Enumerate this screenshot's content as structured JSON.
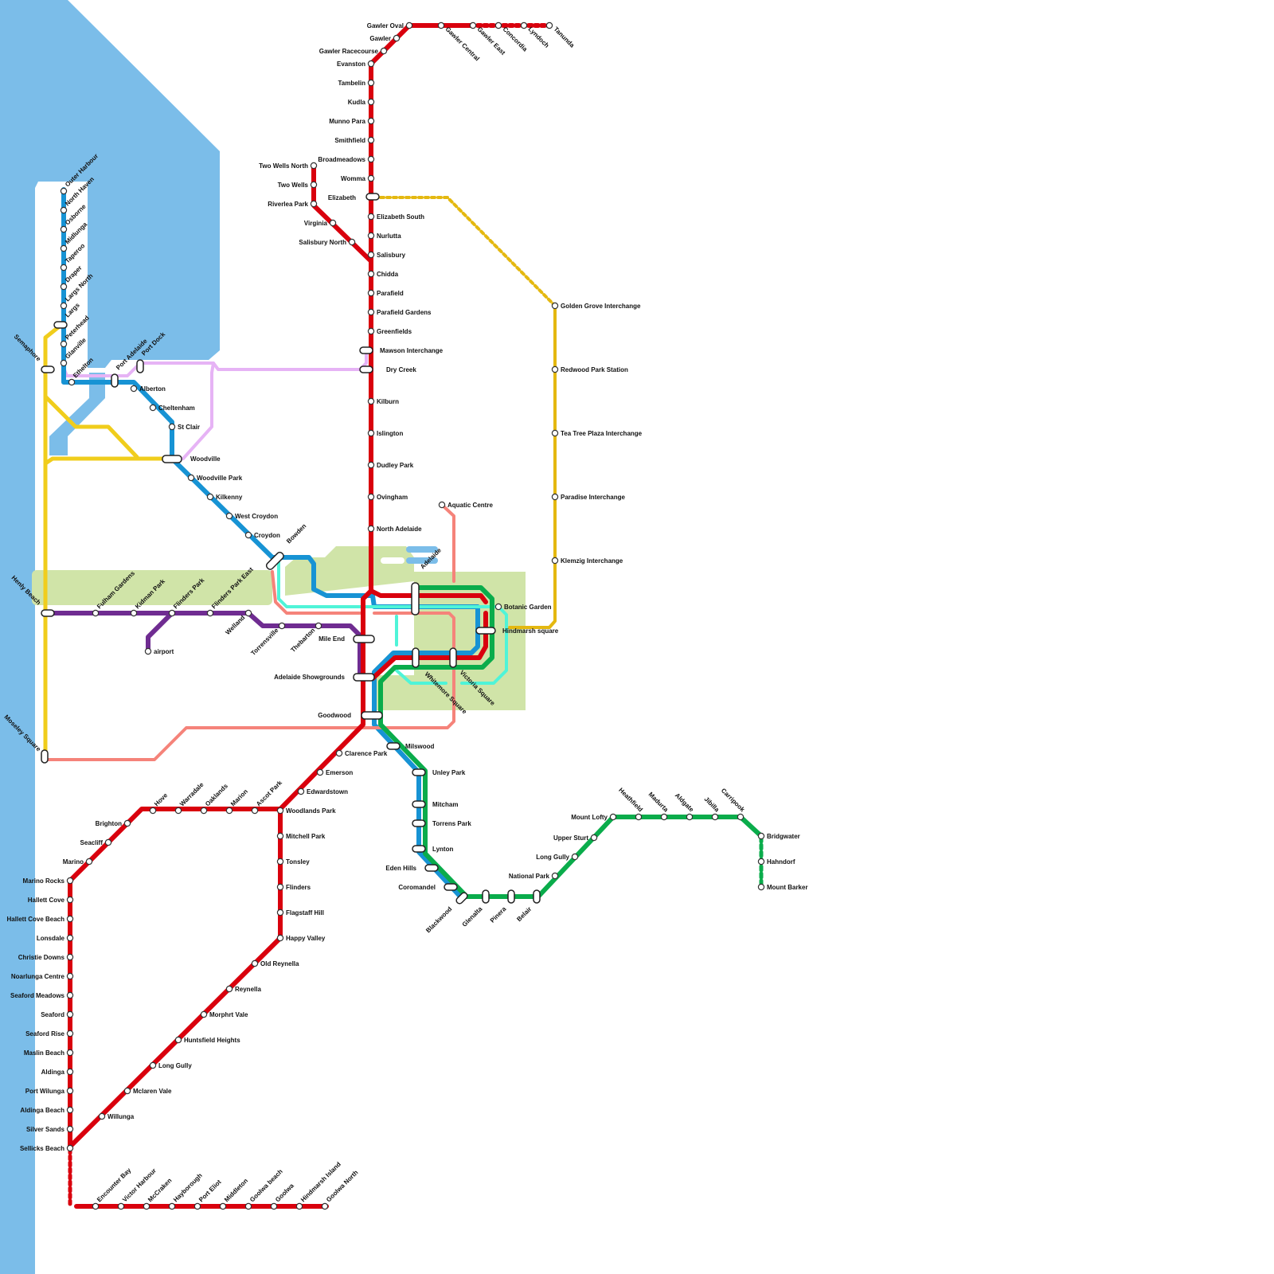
{
  "colors": {
    "water": "#7bbde9",
    "park": "#d0e4a8",
    "red": "#d9000d",
    "blue": "#1793d4",
    "yellow": "#f0cd1c",
    "purple": "#6f2c91",
    "pink": "#e6b3f5",
    "salmon": "#f5837a",
    "turquoise": "#4ff4d8",
    "green": "#0aac4b",
    "gold": "#e4b810"
  },
  "stations": [
    {
      "id": "gawler-oval",
      "name": "Gawler Oval"
    },
    {
      "id": "gawler",
      "name": "Gawler"
    },
    {
      "id": "gawler-racecourse",
      "name": "Gawler Racecourse"
    },
    {
      "id": "evanston",
      "name": "Evanston"
    },
    {
      "id": "tambelin",
      "name": "Tambelin"
    },
    {
      "id": "kudla",
      "name": "Kudla"
    },
    {
      "id": "munno-para",
      "name": "Munno Para"
    },
    {
      "id": "smithfield",
      "name": "Smithfield"
    },
    {
      "id": "broadmeadows",
      "name": "Broadmeadows"
    },
    {
      "id": "womma",
      "name": "Womma"
    },
    {
      "id": "elizabeth",
      "name": "Elizabeth"
    },
    {
      "id": "elizabeth-south",
      "name": "Elizabeth South"
    },
    {
      "id": "nurlutta",
      "name": "Nurlutta"
    },
    {
      "id": "salisbury",
      "name": "Salisbury"
    },
    {
      "id": "chidda",
      "name": "Chidda"
    },
    {
      "id": "parafield",
      "name": "Parafield"
    },
    {
      "id": "parafield-gardens",
      "name": "Parafield Gardens"
    },
    {
      "id": "greenfields",
      "name": "Greenfields"
    },
    {
      "id": "mawson-interchange",
      "name": "Mawson Interchange"
    },
    {
      "id": "dry-creek",
      "name": "Dry Creek"
    },
    {
      "id": "kilburn",
      "name": "Kilburn"
    },
    {
      "id": "islington",
      "name": "Islington"
    },
    {
      "id": "dudley-park",
      "name": "Dudley Park"
    },
    {
      "id": "ovingham",
      "name": "Ovingham"
    },
    {
      "id": "north-adelaide",
      "name": "North Adelaide"
    },
    {
      "id": "gawler-central",
      "name": "Gawler Central"
    },
    {
      "id": "gawler-east",
      "name": "Gawler East"
    },
    {
      "id": "concordia",
      "name": "Concordia"
    },
    {
      "id": "lyndoch",
      "name": "Lyndoch"
    },
    {
      "id": "tanunda",
      "name": "Tanunda"
    },
    {
      "id": "two-wells-north",
      "name": "Two Wells North"
    },
    {
      "id": "two-wells",
      "name": "Two Wells"
    },
    {
      "id": "riverlea-park",
      "name": "Riverlea Park"
    },
    {
      "id": "virginia",
      "name": "Virginia"
    },
    {
      "id": "salisbury-north",
      "name": "Salisbury North"
    },
    {
      "id": "golden-grove",
      "name": "Golden Grove Interchange"
    },
    {
      "id": "redwood-park",
      "name": "Redwood Park Station"
    },
    {
      "id": "tea-tree-plaza",
      "name": "Tea Tree Plaza Interchange"
    },
    {
      "id": "paradise",
      "name": "Paradise Interchange"
    },
    {
      "id": "klemzig",
      "name": "Klemzig Interchange"
    },
    {
      "id": "outer-harbour",
      "name": "Outer Harbour"
    },
    {
      "id": "north-haven",
      "name": "North Haven"
    },
    {
      "id": "osborne",
      "name": "Osborne"
    },
    {
      "id": "midlunga",
      "name": "Midlunga"
    },
    {
      "id": "taperoo",
      "name": "Taperoo"
    },
    {
      "id": "draper",
      "name": "Draper"
    },
    {
      "id": "largs-north",
      "name": "Largs North"
    },
    {
      "id": "largs",
      "name": "Largs"
    },
    {
      "id": "peterhead",
      "name": "Peterhead"
    },
    {
      "id": "glanville",
      "name": "Glanville"
    },
    {
      "id": "ethelton",
      "name": "Ethelton"
    },
    {
      "id": "semaphore",
      "name": "Semaphore"
    },
    {
      "id": "port-adelaide",
      "name": "Port Adelaide"
    },
    {
      "id": "port-dock",
      "name": "Port Dock"
    },
    {
      "id": "alberton",
      "name": "Alberton"
    },
    {
      "id": "cheltenham",
      "name": "Cheltenham"
    },
    {
      "id": "st-clair",
      "name": "St Clair"
    },
    {
      "id": "woodville",
      "name": "Woodville"
    },
    {
      "id": "woodville-park",
      "name": "Woodville Park"
    },
    {
      "id": "kilkenny",
      "name": "Kilkenny"
    },
    {
      "id": "west-croydon",
      "name": "West Croydon"
    },
    {
      "id": "croydon",
      "name": "Croydon"
    },
    {
      "id": "bowden",
      "name": "Bowden"
    },
    {
      "id": "aquatic-centre",
      "name": "Aquatic Centre"
    },
    {
      "id": "adelaide",
      "name": "Adelaide"
    },
    {
      "id": "botanic-garden",
      "name": "Botanic Garden"
    },
    {
      "id": "hindmarsh-square",
      "name": "Hindmarsh square"
    },
    {
      "id": "victoria-square",
      "name": "Victoria Square"
    },
    {
      "id": "whitemore-square",
      "name": "Whitemore Square"
    },
    {
      "id": "henly-beach",
      "name": "Henly Beach"
    },
    {
      "id": "fulham-gardens",
      "name": "Fulham Gardens"
    },
    {
      "id": "kidman-park",
      "name": "Kidman Park"
    },
    {
      "id": "flinders-park",
      "name": "Flinders Park"
    },
    {
      "id": "flinders-park-east",
      "name": "Flinders Park East"
    },
    {
      "id": "welland",
      "name": "Welland"
    },
    {
      "id": "torrensville",
      "name": "Torrensville"
    },
    {
      "id": "thebarton",
      "name": "Thebarton"
    },
    {
      "id": "airport",
      "name": "airport"
    },
    {
      "id": "mile-end",
      "name": "Mile End"
    },
    {
      "id": "adelaide-showgrounds",
      "name": "Adelaide Showgrounds"
    },
    {
      "id": "goodwood",
      "name": "Goodwood"
    },
    {
      "id": "moseley-square",
      "name": "Moseley Square"
    },
    {
      "id": "milswood",
      "name": "Milswood"
    },
    {
      "id": "unley-park",
      "name": "Unley Park"
    },
    {
      "id": "mitcham",
      "name": "Mitcham"
    },
    {
      "id": "torrens-park",
      "name": "Torrens Park"
    },
    {
      "id": "lynton",
      "name": "Lynton"
    },
    {
      "id": "eden-hills",
      "name": "Eden Hills"
    },
    {
      "id": "coromandel",
      "name": "Coromandel"
    },
    {
      "id": "blackwood",
      "name": "Blackwood"
    },
    {
      "id": "glenalta",
      "name": "Glenalta"
    },
    {
      "id": "pinera",
      "name": "Pinera"
    },
    {
      "id": "belair",
      "name": "Belair"
    },
    {
      "id": "national-park",
      "name": "National Park"
    },
    {
      "id": "long-gully-hills",
      "name": "Long Gully"
    },
    {
      "id": "upper-sturt",
      "name": "Upper Sturt"
    },
    {
      "id": "mount-lofty",
      "name": "Mount Lofty"
    },
    {
      "id": "heathfield",
      "name": "Heathfield"
    },
    {
      "id": "madurta",
      "name": "Madurta"
    },
    {
      "id": "aldgate",
      "name": "Aldgate"
    },
    {
      "id": "jibilla",
      "name": "Jibilla"
    },
    {
      "id": "carripook",
      "name": "Carripook"
    },
    {
      "id": "bridgwater",
      "name": "Bridgwater"
    },
    {
      "id": "hahndorf",
      "name": "Hahndorf"
    },
    {
      "id": "mount-barker",
      "name": "Mount Barker"
    },
    {
      "id": "clarence-park",
      "name": "Clarence Park"
    },
    {
      "id": "emerson",
      "name": "Emerson"
    },
    {
      "id": "edwardstown",
      "name": "Edwardstown"
    },
    {
      "id": "woodlands-park",
      "name": "Woodlands Park"
    },
    {
      "id": "ascot-park",
      "name": "Ascot Park"
    },
    {
      "id": "marion",
      "name": "Marion"
    },
    {
      "id": "oaklands",
      "name": "Oaklands"
    },
    {
      "id": "warradale",
      "name": "Warradale"
    },
    {
      "id": "hove",
      "name": "Hove"
    },
    {
      "id": "brighton",
      "name": "Brighton"
    },
    {
      "id": "seacliff",
      "name": "Seacliff"
    },
    {
      "id": "marino",
      "name": "Marino"
    },
    {
      "id": "marino-rocks",
      "name": "Marino Rocks"
    },
    {
      "id": "hallett-cove",
      "name": "Hallett Cove"
    },
    {
      "id": "hallett-cove-beach",
      "name": "Hallett Cove Beach"
    },
    {
      "id": "lonsdale",
      "name": "Lonsdale"
    },
    {
      "id": "christie-downs",
      "name": "Christie Downs"
    },
    {
      "id": "noarlunga-centre",
      "name": "Noarlunga Centre"
    },
    {
      "id": "seaford-meadows",
      "name": "Seaford Meadows"
    },
    {
      "id": "seaford",
      "name": "Seaford"
    },
    {
      "id": "seaford-rise",
      "name": "Seaford Rise"
    },
    {
      "id": "maslin-beach",
      "name": "Maslin Beach"
    },
    {
      "id": "aldinga",
      "name": "Aldinga"
    },
    {
      "id": "port-wilunga",
      "name": "Port Wilunga"
    },
    {
      "id": "aldinga-beach",
      "name": "Aldinga Beach"
    },
    {
      "id": "silver-sands",
      "name": "Silver Sands"
    },
    {
      "id": "sellicks-beach",
      "name": "Sellicks Beach"
    },
    {
      "id": "mitchell-park",
      "name": "Mitchell Park"
    },
    {
      "id": "tonsley",
      "name": "Tonsley"
    },
    {
      "id": "flinders",
      "name": "Flinders"
    },
    {
      "id": "flagstaff-hill",
      "name": "Flagstaff Hill"
    },
    {
      "id": "happy-valley",
      "name": "Happy Valley"
    },
    {
      "id": "old-reynella",
      "name": "Old Reynella"
    },
    {
      "id": "reynella",
      "name": "Reynella"
    },
    {
      "id": "morphrt-vale",
      "name": "Morphrt Vale"
    },
    {
      "id": "huntsfield-heights",
      "name": "Huntsfield Heights"
    },
    {
      "id": "long-gully-south",
      "name": "Long Gully"
    },
    {
      "id": "mclaren-vale",
      "name": "Mclaren Vale"
    },
    {
      "id": "willunga",
      "name": "Willunga"
    },
    {
      "id": "encounter-bay",
      "name": "Encounter Bay"
    },
    {
      "id": "victor-harbour",
      "name": "Victor Harbour"
    },
    {
      "id": "mccraken",
      "name": "McCraken"
    },
    {
      "id": "hayborough",
      "name": "Hayborough"
    },
    {
      "id": "port-eliot",
      "name": "Port Eliot"
    },
    {
      "id": "middleton",
      "name": "Middleton"
    },
    {
      "id": "goolwa-beach",
      "name": "Goolwa beach"
    },
    {
      "id": "goolwa",
      "name": "Goolwa"
    },
    {
      "id": "hindmarsh-island",
      "name": "Hindmarsh Island"
    },
    {
      "id": "goolwa-north",
      "name": "Goolwa North"
    }
  ]
}
